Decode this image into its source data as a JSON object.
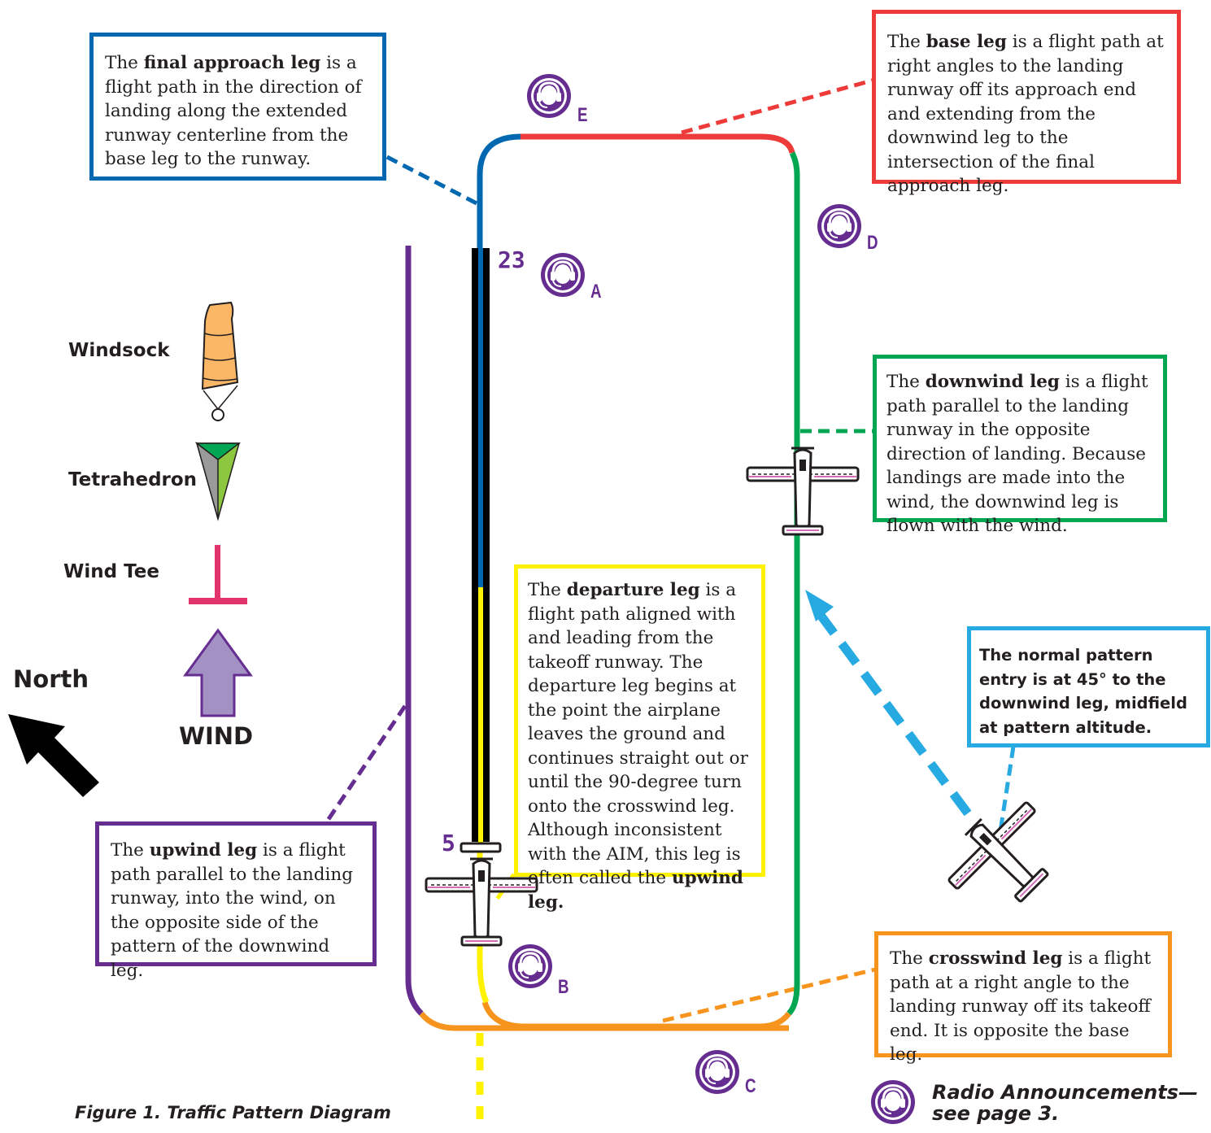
{
  "boxes": {
    "final": {
      "pre": "The ",
      "term": "final approach leg",
      "post": " is a flight path in the direction of landing along the extended runway centerline from the base leg to the runway.",
      "color": "#0067b1"
    },
    "base": {
      "pre": "The ",
      "term": "base leg",
      "post": " is a flight path at right angles to the landing runway off its approach end and extending from the downwind leg to the intersection of the final approach leg.",
      "color": "#ed3b3a"
    },
    "downwind": {
      "pre": "The ",
      "term": "downwind leg",
      "post": " is a flight path parallel to the landing runway in the opposite direction of landing. Because landings are made into the wind, the downwind leg is flown with the wind.",
      "color": "#00a651"
    },
    "departure": {
      "pre": "The ",
      "term": "departure leg",
      "post": " is a flight path aligned with and leading from the takeoff runway. The departure leg begins at the point the airplane leaves the ground and continues straight out or until the 90-degree turn onto the crosswind leg. Although inconsistent with the AIM, this leg is often called the ",
      "term2": "upwind leg.",
      "color": "#fff200"
    },
    "upwind": {
      "pre": "The ",
      "term": "upwind leg",
      "post": " is a flight path parallel to the landing runway, into the wind, on the opposite side of the pattern of the downwind leg.",
      "color": "#662d91"
    },
    "crosswind": {
      "pre": "The ",
      "term": "crosswind leg",
      "post": " is a flight path at a right angle to the landing runway off its takeoff end. It is opposite the base leg.",
      "color": "#f7941d"
    },
    "entry": {
      "text": "The normal pattern entry is at 45° to the downwind leg, midfield at pattern altitude.",
      "color": "#27aae1"
    }
  },
  "labels": {
    "windsock": "Windsock",
    "tetrahedron": "Tetrahedron",
    "wind_tee": "Wind Tee",
    "wind": "WIND",
    "north": "North",
    "runway_23": "23",
    "runway_5": "5"
  },
  "radio": {
    "letters": [
      "A",
      "B",
      "C",
      "D",
      "E"
    ],
    "legend": "Radio Announcements— see page 3.",
    "icon_color": "#662d91"
  },
  "caption": "Figure 1. Traffic Pattern Diagram",
  "colors": {
    "final": "#0067b1",
    "base": "#ed3b3a",
    "downwind": "#00a651",
    "departure": "#fff200",
    "upwind": "#662d91",
    "crosswind": "#f7941d",
    "entry": "#27aae1",
    "windsock": "#fbb765",
    "wind_tee": "#e2336b",
    "wind_arrow": "#a391c4"
  }
}
